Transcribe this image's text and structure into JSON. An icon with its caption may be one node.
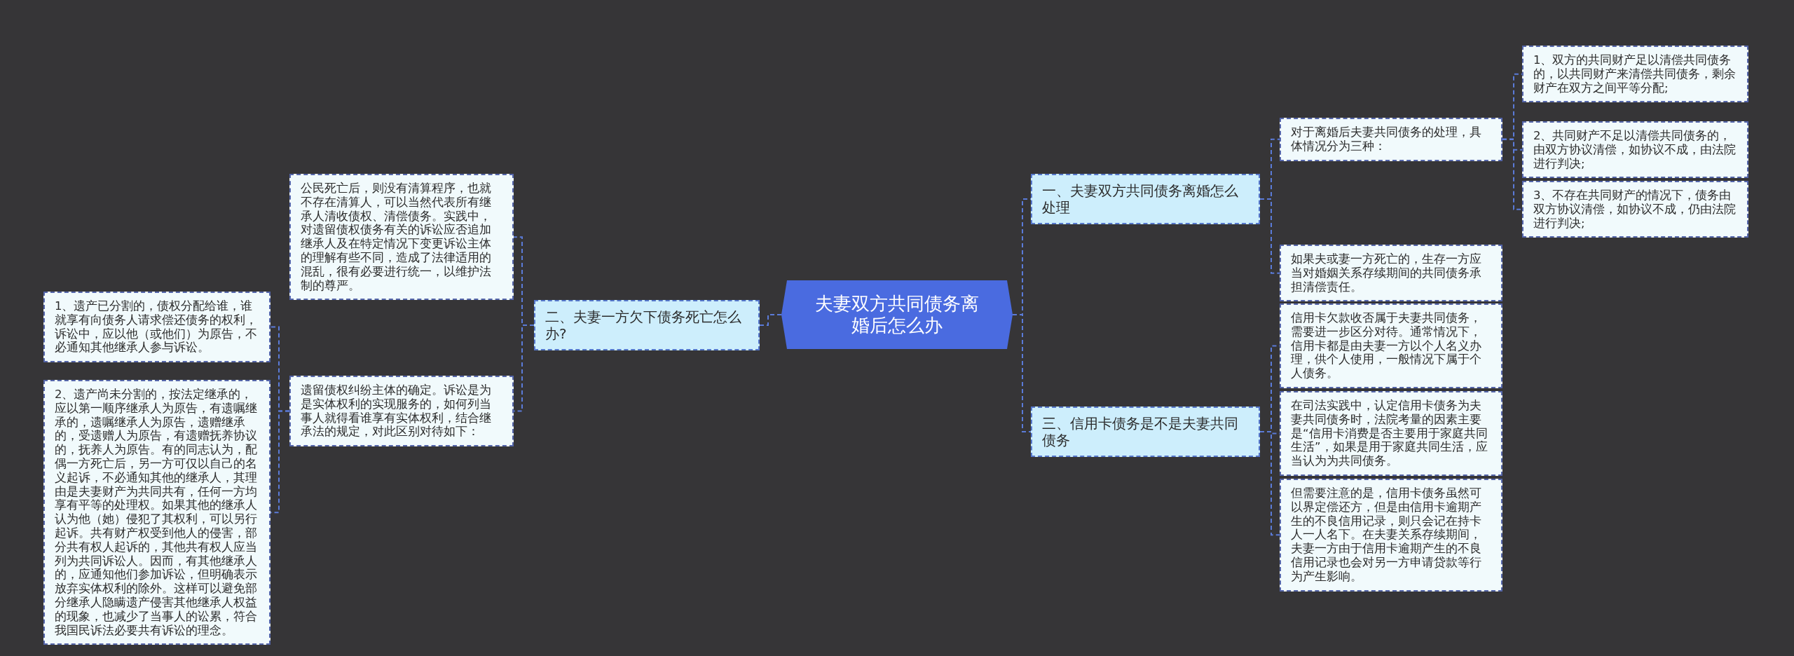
{
  "diagram": {
    "nodes": [
      {
        "text": [
          "夫妻双方共同债务离婚后怎么办"
        ]
      },
      {
        "text": [
          "一、夫妻双方共同债务离婚怎么处理"
        ]
      },
      {
        "text": [
          "对于离婚后夫妻共同债务的处理，具体情况分为三种："
        ]
      },
      {
        "text": [
          "1、双方的共同财产足以清偿共同债务的，以共同财产来清偿共同债务，剩余财产在双方之间平等分配;"
        ]
      },
      {
        "text": [
          "2、共同财产不足以清偿共同债务的，由双方协议清偿，如协议不成，由法院进行判决;"
        ]
      },
      {
        "text": [
          "3、不存在共同财产的情况下，债务由双方协议清偿，如协议不成，仍由法院进行判决;"
        ]
      },
      {
        "text": [
          "如果夫或妻一方死亡的，生存一方应当对婚姻关系存续期间的共同债务承担清偿责任。"
        ]
      },
      {
        "text": [
          "二、夫妻一方欠下债务死亡怎么办?"
        ]
      },
      {
        "text": [
          "公民死亡后，则没有清算程序，也就不存在清算人，可以当然代表所有继承人清收债权、清偿债务。实践中，对遗留债权债务有关的诉讼应否追加继承人及在特定情况下变更诉讼主体的理解有些不同，造成了法律适用的混乱，很有必要进行统一，以维护法制的尊严。"
        ]
      },
      {
        "text": [
          "遗留债权纠纷主体的确定。诉讼是为是实体权利的实现服务的，如何列当事人就得看谁享有实体权利，结合继承法的规定，对此区别对待如下："
        ]
      },
      {
        "text": [
          "1、遗产已分割的，债权分配给谁，谁就享有向债务人请求偿还债务的权利，诉讼中，应以他（或他们）为原告，不必通知其他继承人参与诉讼。"
        ]
      },
      {
        "text": [
          "2、遗产尚未分割的，按法定继承的，应以第一顺序继承人为原告，有遗嘱继承的，遗嘱继承人为原告，遗赠继承的，受遗赠人为原告，有遗赠抚养协议的，抚养人为原告。有的同志认为，配偶一方死亡后，另一方可仅以自己的名义起诉，不必通知其他的继承人，其理由是夫妻财产为共同共有，任何一方均享有平等的处理权。如果其他的继承人认为他（她）侵犯了其权利，可以另行起诉。共有财产权受到他人的侵害，部分共有权人起诉的，其他共有权人应当列为共同诉讼人。因而，有其他继承人的，应通知他们参加诉讼，但明确表示放弃实体权利的除外。这样可以避免部分继承人隐瞒遗产侵害其他继承人权益的现象，也减少了当事人的讼累，符合我国民诉法必要共有诉讼的理念。"
        ]
      },
      {
        "text": [
          "三、信用卡债务是不是夫妻共同债务"
        ]
      },
      {
        "text": [
          "信用卡欠款收否属于夫妻共同债务，需要进一步区分对待。通常情况下，信用卡都是由夫妻一方以个人名义办理，供个人使用，一般情况下属于个人债务。"
        ]
      },
      {
        "text": [
          "在司法实践中，认定信用卡债务为夫妻共同债务时，法院考量的因素主要是“信用卡消费是否主要用于家庭共同生活”，如果是用于家庭共同生活，应当认为为共同债务。"
        ]
      },
      {
        "text": [
          "但需要注意的是，信用卡债务虽然可以界定偿还方，但是由信用卡逾期产生的不良信用记录，则只会记在持卡人一人名下。在夫妻关系存续期间，夫妻一方由于信用卡逾期产生的不良信用记录也会对另一方申请贷款等行为产生影响。"
        ]
      }
    ],
    "edges": [
      {
        "from": 0,
        "to": 1,
        "arrow": "none"
      },
      {
        "from": 0,
        "to": 7,
        "arrow": "none"
      },
      {
        "from": 0,
        "to": 12,
        "arrow": "none"
      },
      {
        "from": 1,
        "to": 2,
        "arrow": "none"
      },
      {
        "from": 1,
        "to": 6,
        "arrow": "none"
      },
      {
        "from": 2,
        "to": 3,
        "arrow": "none"
      },
      {
        "from": 2,
        "to": 4,
        "arrow": "none"
      },
      {
        "from": 2,
        "to": 5,
        "arrow": "none"
      },
      {
        "from": 7,
        "to": 8,
        "arrow": "none"
      },
      {
        "from": 7,
        "to": 9,
        "arrow": "none"
      },
      {
        "from": 9,
        "to": 10,
        "arrow": "none"
      },
      {
        "from": 9,
        "to": 11,
        "arrow": "none"
      },
      {
        "from": 12,
        "to": 13,
        "arrow": "none"
      },
      {
        "from": 12,
        "to": 14,
        "arrow": "none"
      },
      {
        "from": 12,
        "to": 15,
        "arrow": "none"
      }
    ]
  }
}
